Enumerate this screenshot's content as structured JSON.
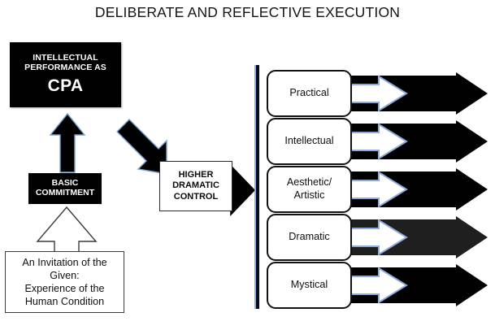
{
  "title": "DELIBERATE AND REFLECTIVE EXECUTION",
  "left_column": {
    "cpa_box": {
      "line1": "INTELLECTUAL",
      "line2": "PERFORMANCE AS",
      "line3": "CPA"
    },
    "basic_commitment_box": {
      "line1": "BASIC",
      "line2": "COMMITMENT"
    },
    "invitation_box": {
      "line1": "An Invitation of the",
      "line2": "Given:",
      "line3": "Experience of the",
      "line4": "Human Condition"
    },
    "higher_dramatic_control": {
      "line1": "HIGHER",
      "line2": "DRAMATIC",
      "line3": "CONTROL"
    }
  },
  "right_column": {
    "rows": [
      {
        "label": "Practical",
        "arrow_color": "#010101"
      },
      {
        "label": "Intellectual",
        "arrow_color": "#010101"
      },
      {
        "label": "Aesthetic/\nArtistic",
        "arrow_color": "#010101"
      },
      {
        "label": "Dramatic",
        "arrow_color": "#1f1f1f"
      },
      {
        "label": "Mystical",
        "arrow_color": "#010101"
      }
    ]
  },
  "colors": {
    "black": "#010101",
    "charcoal": "#1f1f1f",
    "divider_edge": "#8faadc",
    "divider_core": "#0b0b14",
    "inner_arrow_outline": "#8faadc",
    "text_dark": "#0f0f0f"
  }
}
